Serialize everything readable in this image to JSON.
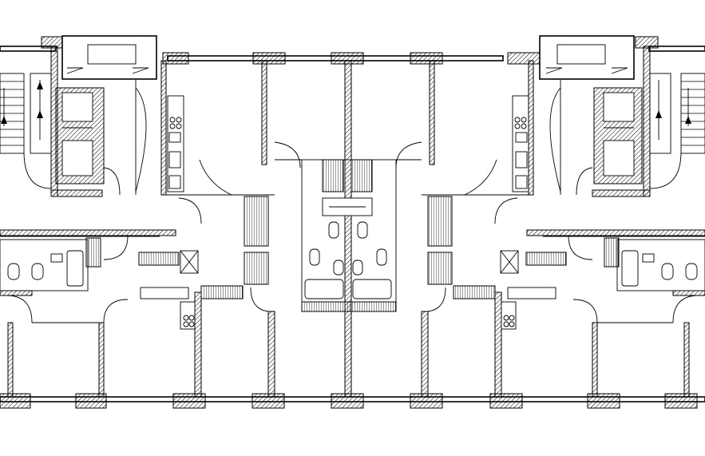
{
  "drawing": {
    "type": "architectural floor plan",
    "sections": 2,
    "mirrored": true,
    "colors": {
      "line": "#000000",
      "background": "#ffffff"
    },
    "elements": [
      "stair-core",
      "elevator-shaft",
      "apartment-room",
      "bathroom",
      "kitchen",
      "wardrobe",
      "door-swing",
      "window-pier",
      "balcony-recess"
    ]
  }
}
